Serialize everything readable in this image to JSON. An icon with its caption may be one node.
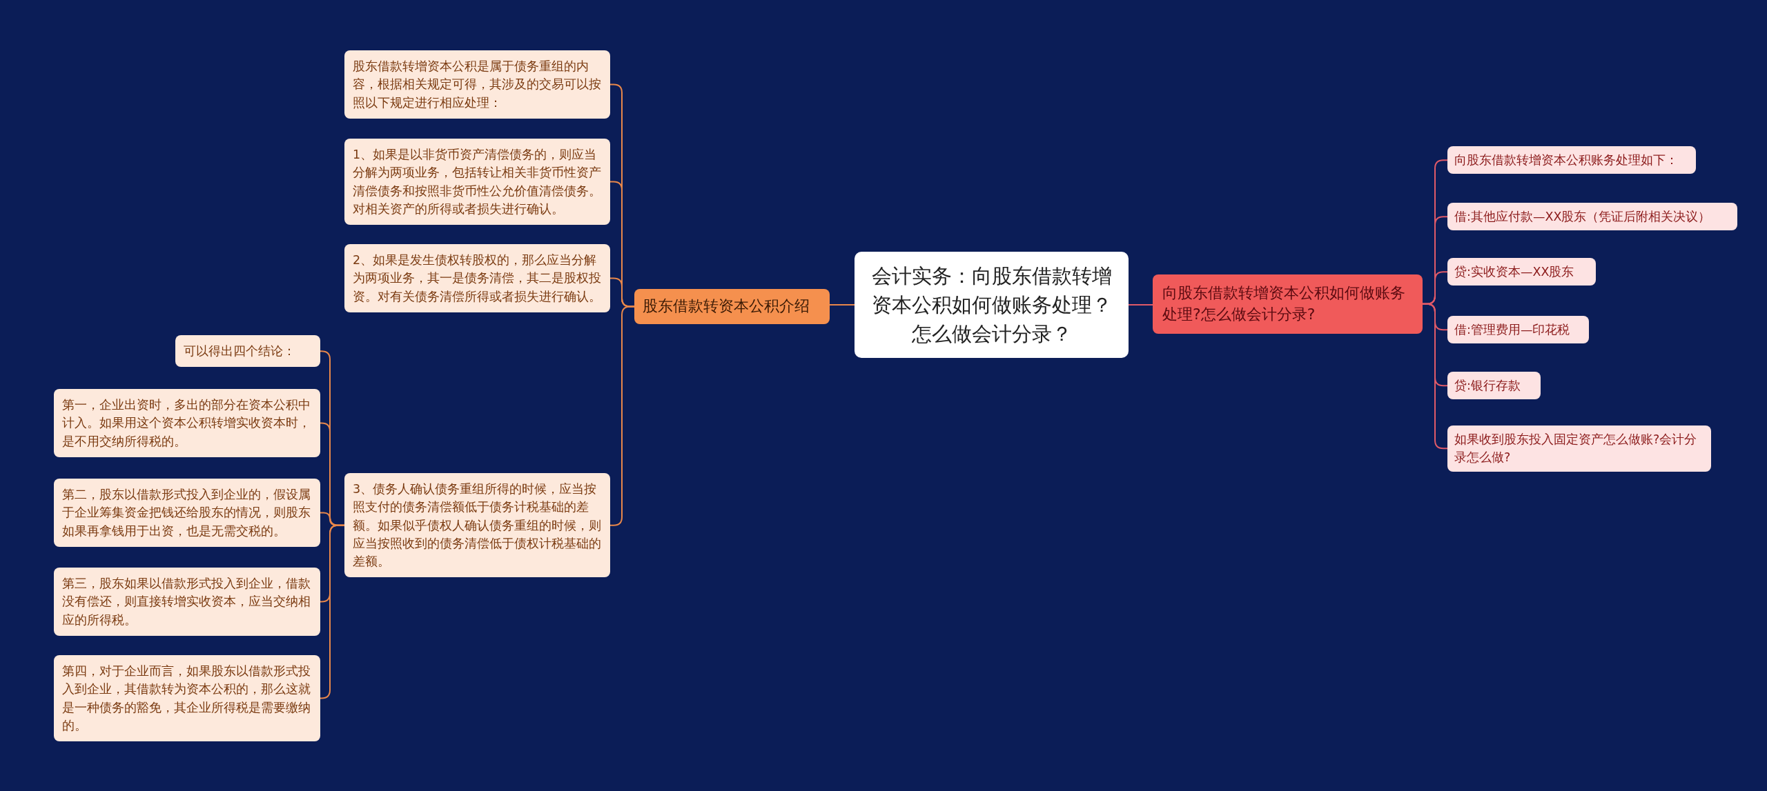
{
  "diagram": {
    "nodes": [
      {
        "text": [
          "会计实务：向股东借款转增资本公积如何做账务处理？怎么做会计分录？"
        ]
      },
      {
        "text": [
          "股东借款转资本公积介绍"
        ]
      },
      {
        "text": [
          "股东借款转增资本公积是属于债务重组的内容，根据相关规定可得，其涉及的交易可以按照以下规定进行相应处理："
        ]
      },
      {
        "text": [
          "1、如果是以非货币资产清偿债务的，则应当分解为两项业务，包括转让相关非货币性资产清偿债务和按照非货币性公允价值清偿债务。对相关资产的所得或者损失进行确认。"
        ]
      },
      {
        "text": [
          "2、如果是发生债权转股权的，那么应当分解为两项业务，其一是债务清偿，其二是股权投资。对有关债务清偿所得或者损失进行确认。"
        ]
      },
      {
        "text": [
          "3、债务人确认债务重组所得的时候，应当按照支付的债务清偿额低于债务计税基础的差额。如果似乎债权人确认债务重组的时候，则应当按照收到的债务清偿低于债权计税基础的差额。"
        ]
      },
      {
        "text": [
          "可以得出四个结论："
        ]
      },
      {
        "text": [
          "第一，企业出资时，多出的部分在资本公积中计入。如果用这个资本公积转增实收资本时，是不用交纳所得税的。"
        ]
      },
      {
        "text": [
          "第二，股东以借款形式投入到企业的，假设属于企业筹集资金把钱还给股东的情况，则股东如果再拿钱用于出资，也是无需交税的。"
        ]
      },
      {
        "text": [
          "第三，股东如果以借款形式投入到企业，借款没有偿还，则直接转增实收资本，应当交纳相应的所得税。"
        ]
      },
      {
        "text": [
          "第四，对于企业而言，如果股东以借款形式投入到企业，其借款转为资本公积的，那么这就是一种债务的豁免，其企业所得税是需要缴纳的。"
        ]
      },
      {
        "text": [
          "向股东借款转增资本公积如何做账务处理?怎么做会计分录?"
        ]
      },
      {
        "text": [
          "向股东借款转增资本公积账务处理如下："
        ]
      },
      {
        "text": [
          "借:其他应付款—XX股东（凭证后附相关决议）"
        ]
      },
      {
        "text": [
          "贷:实收资本—XX股东"
        ]
      },
      {
        "text": [
          "借:管理费用—印花税"
        ]
      },
      {
        "text": [
          "贷:银行存款"
        ]
      },
      {
        "text": [
          "如果收到股东投入固定资产怎么做账?会计分录怎么做?"
        ]
      }
    ],
    "edges": [
      {
        "from": 0,
        "to": 1,
        "arrow": "none"
      },
      {
        "from": 1,
        "to": 2,
        "arrow": "none"
      },
      {
        "from": 1,
        "to": 3,
        "arrow": "none"
      },
      {
        "from": 1,
        "to": 4,
        "arrow": "none"
      },
      {
        "from": 1,
        "to": 5,
        "arrow": "none"
      },
      {
        "from": 5,
        "to": 6,
        "arrow": "none"
      },
      {
        "from": 5,
        "to": 7,
        "arrow": "none"
      },
      {
        "from": 5,
        "to": 8,
        "arrow": "none"
      },
      {
        "from": 5,
        "to": 9,
        "arrow": "none"
      },
      {
        "from": 5,
        "to": 10,
        "arrow": "none"
      },
      {
        "from": 0,
        "to": 11,
        "arrow": "none",
        "color": "#e05a68"
      },
      {
        "from": 11,
        "to": 12,
        "arrow": "none",
        "color": "#e05a68"
      },
      {
        "from": 11,
        "to": 13,
        "arrow": "none",
        "color": "#e05a68"
      },
      {
        "from": 11,
        "to": 14,
        "arrow": "none",
        "color": "#e05a68"
      },
      {
        "from": 11,
        "to": 15,
        "arrow": "none",
        "color": "#e05a68"
      },
      {
        "from": 11,
        "to": 16,
        "arrow": "none",
        "color": "#e05a68"
      },
      {
        "from": 11,
        "to": 17,
        "arrow": "none",
        "color": "#e05a68"
      }
    ]
  }
}
